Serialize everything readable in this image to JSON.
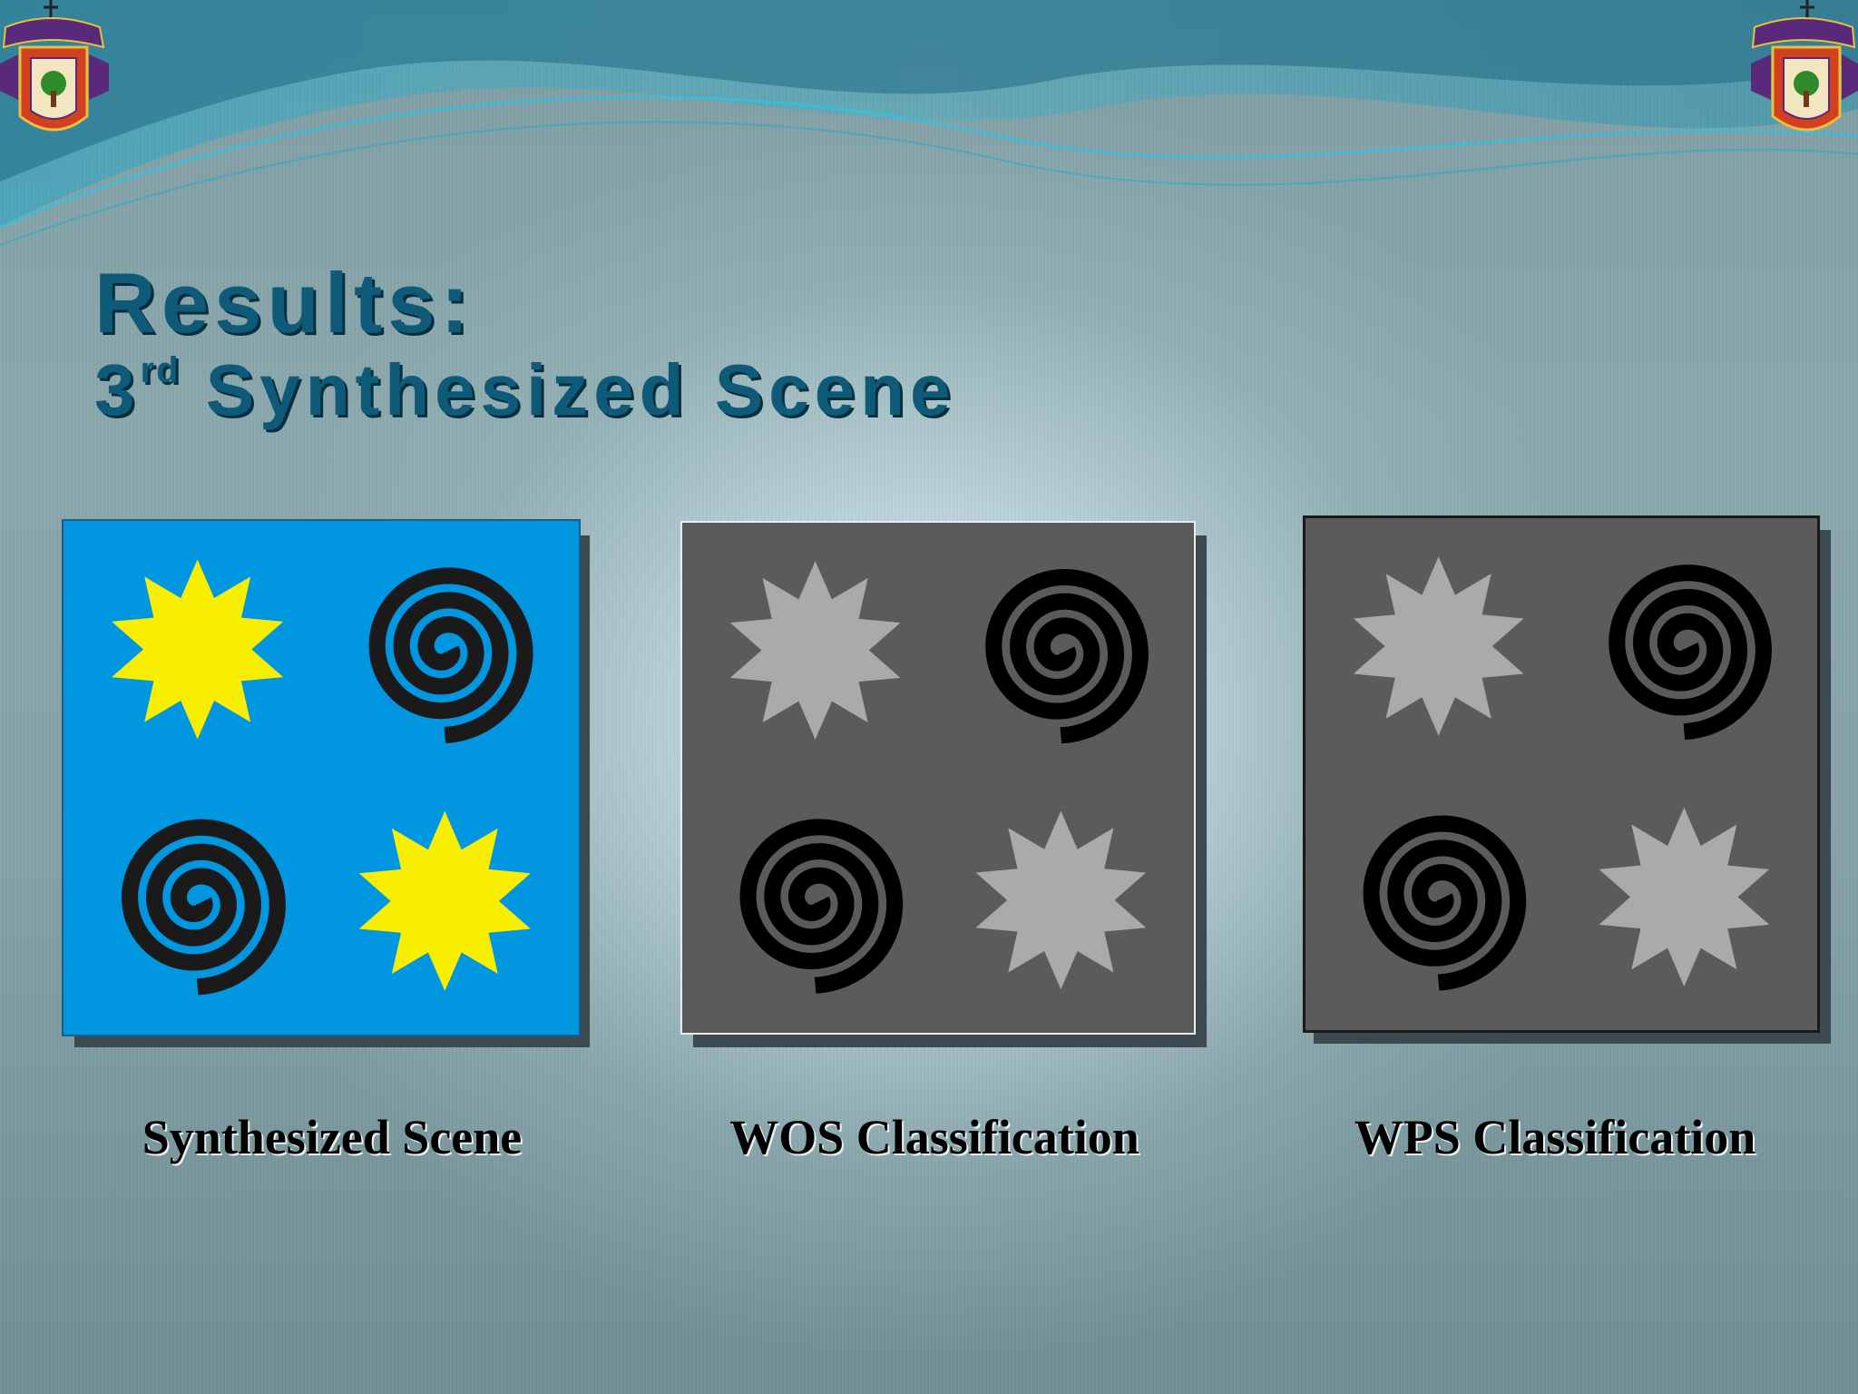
{
  "slide": {
    "title": "Results:",
    "subtitle_number": "3",
    "subtitle_suffix": "rd",
    "subtitle_text": "Synthesized Scene"
  },
  "panels": [
    {
      "caption": "Synthesized Scene",
      "background": "#0096e0",
      "star_color": "#f8ee00",
      "spiral_color": "#1a1a1a"
    },
    {
      "caption": "WOS Classification",
      "background": "#5c5a5b",
      "star_color": "#aaaaaa",
      "spiral_color": "#000000"
    },
    {
      "caption": "WPS Classification",
      "background": "#5c5a5b",
      "star_color": "#aaaaaa",
      "spiral_color": "#000000"
    }
  ],
  "icons": {
    "logo": "university-crest-icon",
    "shapes": [
      "star-shape",
      "spiral-shape"
    ]
  },
  "colors": {
    "title": "#0e5a78",
    "wave": "#1aa0c8"
  }
}
